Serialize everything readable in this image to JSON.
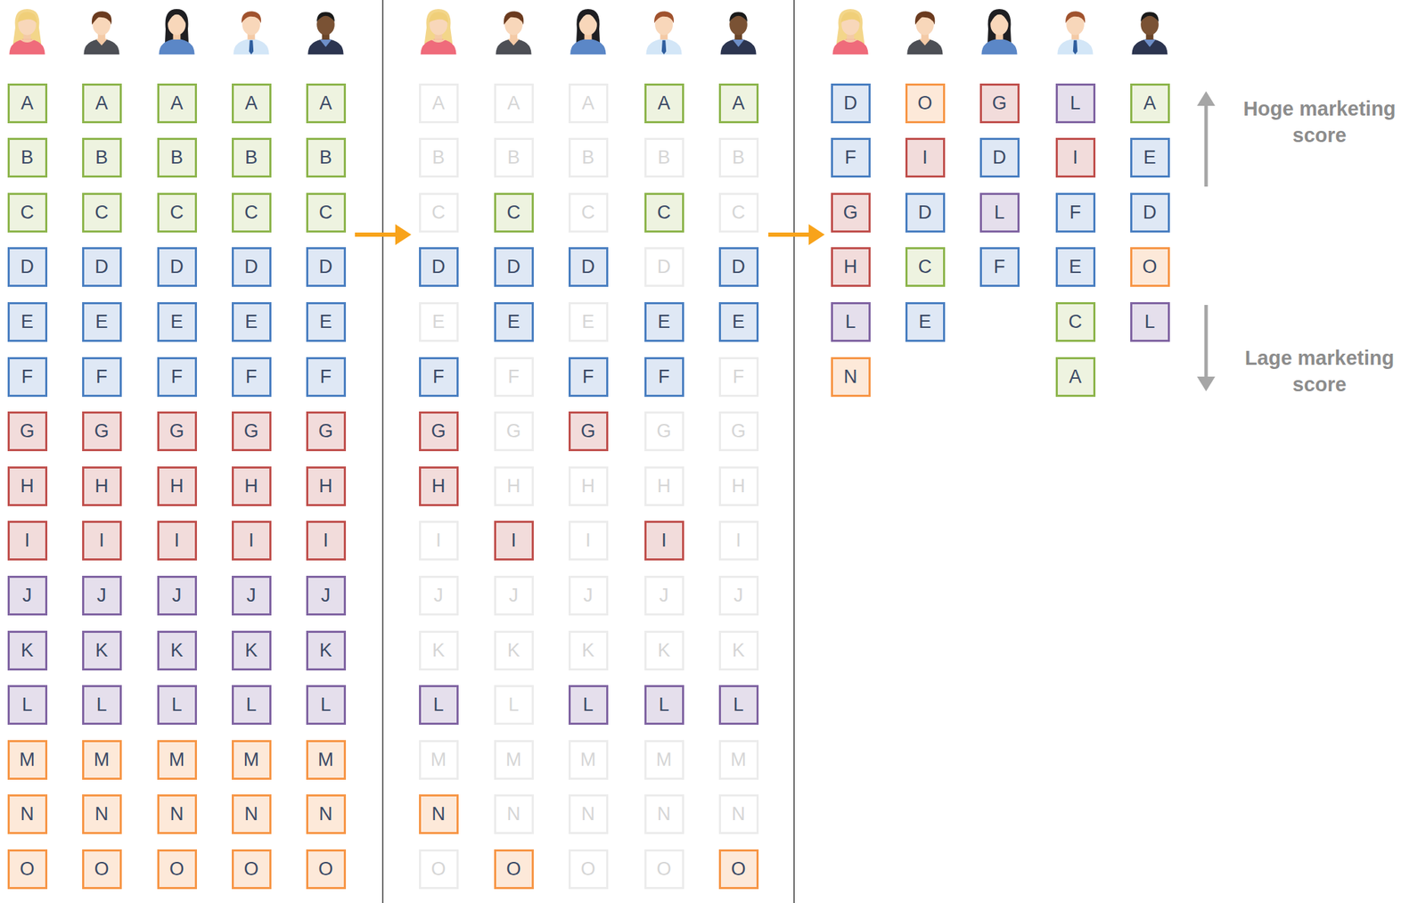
{
  "diagram": {
    "nodes": [
      {
        "text": [
          "A"
        ]
      },
      {
        "text": [
          "B"
        ]
      },
      {
        "text": [
          "C"
        ]
      },
      {
        "text": [
          "D"
        ]
      },
      {
        "text": [
          "E"
        ]
      },
      {
        "text": [
          "F"
        ]
      },
      {
        "text": [
          "G"
        ]
      },
      {
        "text": [
          "H"
        ]
      },
      {
        "text": [
          "I"
        ]
      },
      {
        "text": [
          "J"
        ]
      },
      {
        "text": [
          "K"
        ]
      },
      {
        "text": [
          "L"
        ]
      },
      {
        "text": [
          "M"
        ]
      },
      {
        "text": [
          "N"
        ]
      },
      {
        "text": [
          "O"
        ]
      },
      {
        "text": [
          "A"
        ]
      },
      {
        "text": [
          "B"
        ]
      },
      {
        "text": [
          "C"
        ]
      },
      {
        "text": [
          "D"
        ]
      },
      {
        "text": [
          "E"
        ]
      },
      {
        "text": [
          "F"
        ]
      },
      {
        "text": [
          "G"
        ]
      },
      {
        "text": [
          "H"
        ]
      },
      {
        "text": [
          "I"
        ]
      },
      {
        "text": [
          "J"
        ]
      },
      {
        "text": [
          "K"
        ]
      },
      {
        "text": [
          "L"
        ]
      },
      {
        "text": [
          "M"
        ]
      },
      {
        "text": [
          "N"
        ]
      },
      {
        "text": [
          "O"
        ]
      },
      {
        "text": [
          "A"
        ]
      },
      {
        "text": [
          "B"
        ]
      },
      {
        "text": [
          "C"
        ]
      },
      {
        "text": [
          "D"
        ]
      },
      {
        "text": [
          "E"
        ]
      },
      {
        "text": [
          "F"
        ]
      },
      {
        "text": [
          "G"
        ]
      },
      {
        "text": [
          "H"
        ]
      },
      {
        "text": [
          "I"
        ]
      },
      {
        "text": [
          "J"
        ]
      },
      {
        "text": [
          "K"
        ]
      },
      {
        "text": [
          "L"
        ]
      },
      {
        "text": [
          "M"
        ]
      },
      {
        "text": [
          "N"
        ]
      },
      {
        "text": [
          "O"
        ]
      },
      {
        "text": [
          "A"
        ]
      },
      {
        "text": [
          "B"
        ]
      },
      {
        "text": [
          "C"
        ]
      },
      {
        "text": [
          "D"
        ]
      },
      {
        "text": [
          "E"
        ]
      },
      {
        "text": [
          "F"
        ]
      },
      {
        "text": [
          "G"
        ]
      },
      {
        "text": [
          "H"
        ]
      },
      {
        "text": [
          "I"
        ]
      },
      {
        "text": [
          "J"
        ]
      },
      {
        "text": [
          "K"
        ]
      },
      {
        "text": [
          "L"
        ]
      },
      {
        "text": [
          "M"
        ]
      },
      {
        "text": [
          "N"
        ]
      },
      {
        "text": [
          "O"
        ]
      },
      {
        "text": [
          "A"
        ]
      },
      {
        "text": [
          "B"
        ]
      },
      {
        "text": [
          "C"
        ]
      },
      {
        "text": [
          "D"
        ]
      },
      {
        "text": [
          "E"
        ]
      },
      {
        "text": [
          "F"
        ]
      },
      {
        "text": [
          "G"
        ]
      },
      {
        "text": [
          "H"
        ]
      },
      {
        "text": [
          "I"
        ]
      },
      {
        "text": [
          "J"
        ]
      },
      {
        "text": [
          "K"
        ]
      },
      {
        "text": [
          "L"
        ]
      },
      {
        "text": [
          "M"
        ]
      },
      {
        "text": [
          "N"
        ]
      },
      {
        "text": [
          "O"
        ]
      },
      {
        "text": [
          "A"
        ]
      },
      {
        "text": [
          "B"
        ]
      },
      {
        "text": [
          "C"
        ]
      },
      {
        "text": [
          "D"
        ]
      },
      {
        "text": [
          "E"
        ]
      },
      {
        "text": [
          "F"
        ]
      },
      {
        "text": [
          "G"
        ]
      },
      {
        "text": [
          "H"
        ]
      },
      {
        "text": [
          "I"
        ]
      },
      {
        "text": [
          "J"
        ]
      },
      {
        "text": [
          "K"
        ]
      },
      {
        "text": [
          "L"
        ]
      },
      {
        "text": [
          "M"
        ]
      },
      {
        "text": [
          "N"
        ]
      },
      {
        "text": [
          "O"
        ]
      },
      {
        "text": [
          "A"
        ]
      },
      {
        "text": [
          "B"
        ]
      },
      {
        "text": [
          "C"
        ]
      },
      {
        "text": [
          "D"
        ]
      },
      {
        "text": [
          "E"
        ]
      },
      {
        "text": [
          "F"
        ]
      },
      {
        "text": [
          "G"
        ]
      },
      {
        "text": [
          "H"
        ]
      },
      {
        "text": [
          "I"
        ]
      },
      {
        "text": [
          "J"
        ]
      },
      {
        "text": [
          "K"
        ]
      },
      {
        "text": [
          "L"
        ]
      },
      {
        "text": [
          "M"
        ]
      },
      {
        "text": [
          "N"
        ]
      },
      {
        "text": [
          "O"
        ]
      },
      {
        "text": [
          "A"
        ]
      },
      {
        "text": [
          "B"
        ]
      },
      {
        "text": [
          "C"
        ]
      },
      {
        "text": [
          "D"
        ]
      },
      {
        "text": [
          "E"
        ]
      },
      {
        "text": [
          "F"
        ]
      },
      {
        "text": [
          "G"
        ]
      },
      {
        "text": [
          "H"
        ]
      },
      {
        "text": [
          "I"
        ]
      },
      {
        "text": [
          "J"
        ]
      },
      {
        "text": [
          "K"
        ]
      },
      {
        "text": [
          "L"
        ]
      },
      {
        "text": [
          "M"
        ]
      },
      {
        "text": [
          "N"
        ]
      },
      {
        "text": [
          "O"
        ]
      },
      {
        "text": [
          "A"
        ]
      },
      {
        "text": [
          "B"
        ]
      },
      {
        "text": [
          "C"
        ]
      },
      {
        "text": [
          "D"
        ]
      },
      {
        "text": [
          "E"
        ]
      },
      {
        "text": [
          "F"
        ]
      },
      {
        "text": [
          "G"
        ]
      },
      {
        "text": [
          "H"
        ]
      },
      {
        "text": [
          "I"
        ]
      },
      {
        "text": [
          "J"
        ]
      },
      {
        "text": [
          "K"
        ]
      },
      {
        "text": [
          "L"
        ]
      },
      {
        "text": [
          "M"
        ]
      },
      {
        "text": [
          "N"
        ]
      },
      {
        "text": [
          "O"
        ]
      },
      {
        "text": [
          "A"
        ]
      },
      {
        "text": [
          "B"
        ]
      },
      {
        "text": [
          "C"
        ]
      },
      {
        "text": [
          "D"
        ]
      },
      {
        "text": [
          "E"
        ]
      },
      {
        "text": [
          "F"
        ]
      },
      {
        "text": [
          "G"
        ]
      },
      {
        "text": [
          "H"
        ]
      },
      {
        "text": [
          "I"
        ]
      },
      {
        "text": [
          "J"
        ]
      },
      {
        "text": [
          "K"
        ]
      },
      {
        "text": [
          "L"
        ]
      },
      {
        "text": [
          "M"
        ]
      },
      {
        "text": [
          "N"
        ]
      },
      {
        "text": [
          "O"
        ]
      },
      {
        "text": [
          "D"
        ]
      },
      {
        "text": [
          "F"
        ]
      },
      {
        "text": [
          "G"
        ]
      },
      {
        "text": [
          "H"
        ]
      },
      {
        "text": [
          "L"
        ]
      },
      {
        "text": [
          "N"
        ]
      },
      {
        "text": [
          "O"
        ]
      },
      {
        "text": [
          "I"
        ]
      },
      {
        "text": [
          "D"
        ]
      },
      {
        "text": [
          "C"
        ]
      },
      {
        "text": [
          "E"
        ]
      },
      {
        "text": [
          "G"
        ]
      },
      {
        "text": [
          "D"
        ]
      },
      {
        "text": [
          "L"
        ]
      },
      {
        "text": [
          "F"
        ]
      },
      {
        "text": [
          "L"
        ]
      },
      {
        "text": [
          "I"
        ]
      },
      {
        "text": [
          "F"
        ]
      },
      {
        "text": [
          "E"
        ]
      },
      {
        "text": [
          "C"
        ]
      },
      {
        "text": [
          "A"
        ]
      },
      {
        "text": [
          "A"
        ]
      },
      {
        "text": [
          "E"
        ]
      },
      {
        "text": [
          "D"
        ]
      },
      {
        "text": [
          "O"
        ]
      },
      {
        "text": [
          "L"
        ]
      }
    ],
    "labels": [
      "Hoge marketing score",
      "Lage marketing score"
    ]
  }
}
